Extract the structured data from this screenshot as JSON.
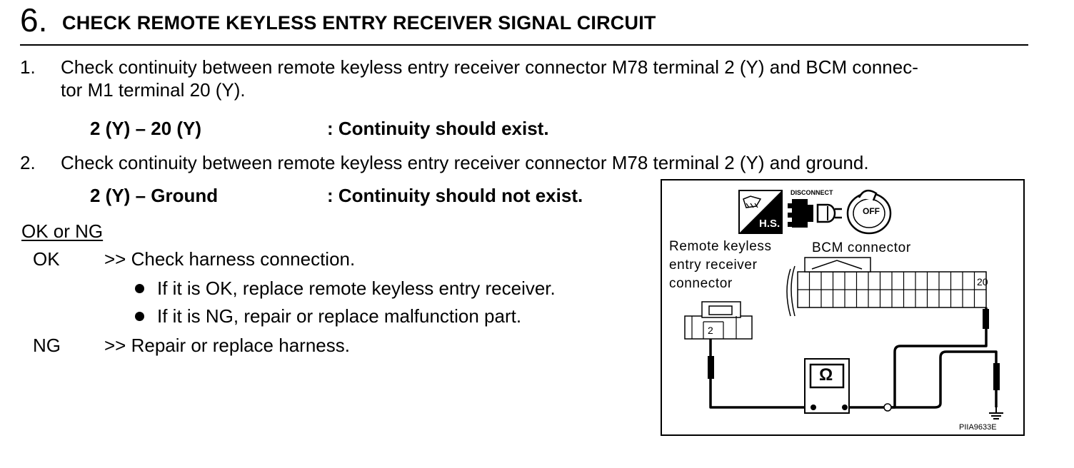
{
  "step": {
    "number": "6.",
    "title": "CHECK REMOTE KEYLESS ENTRY RECEIVER SIGNAL CIRCUIT"
  },
  "items": [
    {
      "num": "1.",
      "line1": "Check continuity between remote keyless entry receiver connector M78 terminal 2 (Y) and BCM connec-",
      "line2": "tor M1 terminal 20 (Y).",
      "spec_left": "2 (Y) – 20 (Y)",
      "spec_right": ": Continuity should exist."
    },
    {
      "num": "2.",
      "line1": "Check continuity between remote keyless entry receiver connector M78 terminal 2 (Y) and ground.",
      "spec_left": "2 (Y) – Ground",
      "spec_right": ": Continuity should not exist."
    }
  ],
  "result": {
    "heading": "OK or NG",
    "ok_label": "OK",
    "ok_text": ">> Check harness connection.",
    "bullets": [
      "If it is OK, replace remote keyless entry receiver.",
      "If it is NG, repair or replace malfunction part."
    ],
    "ng_label": "NG",
    "ng_text": ">> Repair or replace harness."
  },
  "figure": {
    "receiver_label": [
      "Remote keyless",
      "entry receiver",
      "connector"
    ],
    "bcm_label": "BCM connector",
    "disconnect_label": "DISCONNECT",
    "hs_label": "H.S.",
    "off_label": "OFF",
    "ohm_symbol": "Ω",
    "terminal_receiver": "2",
    "terminal_bcm": "20",
    "figure_code": "PIIA9633E"
  }
}
